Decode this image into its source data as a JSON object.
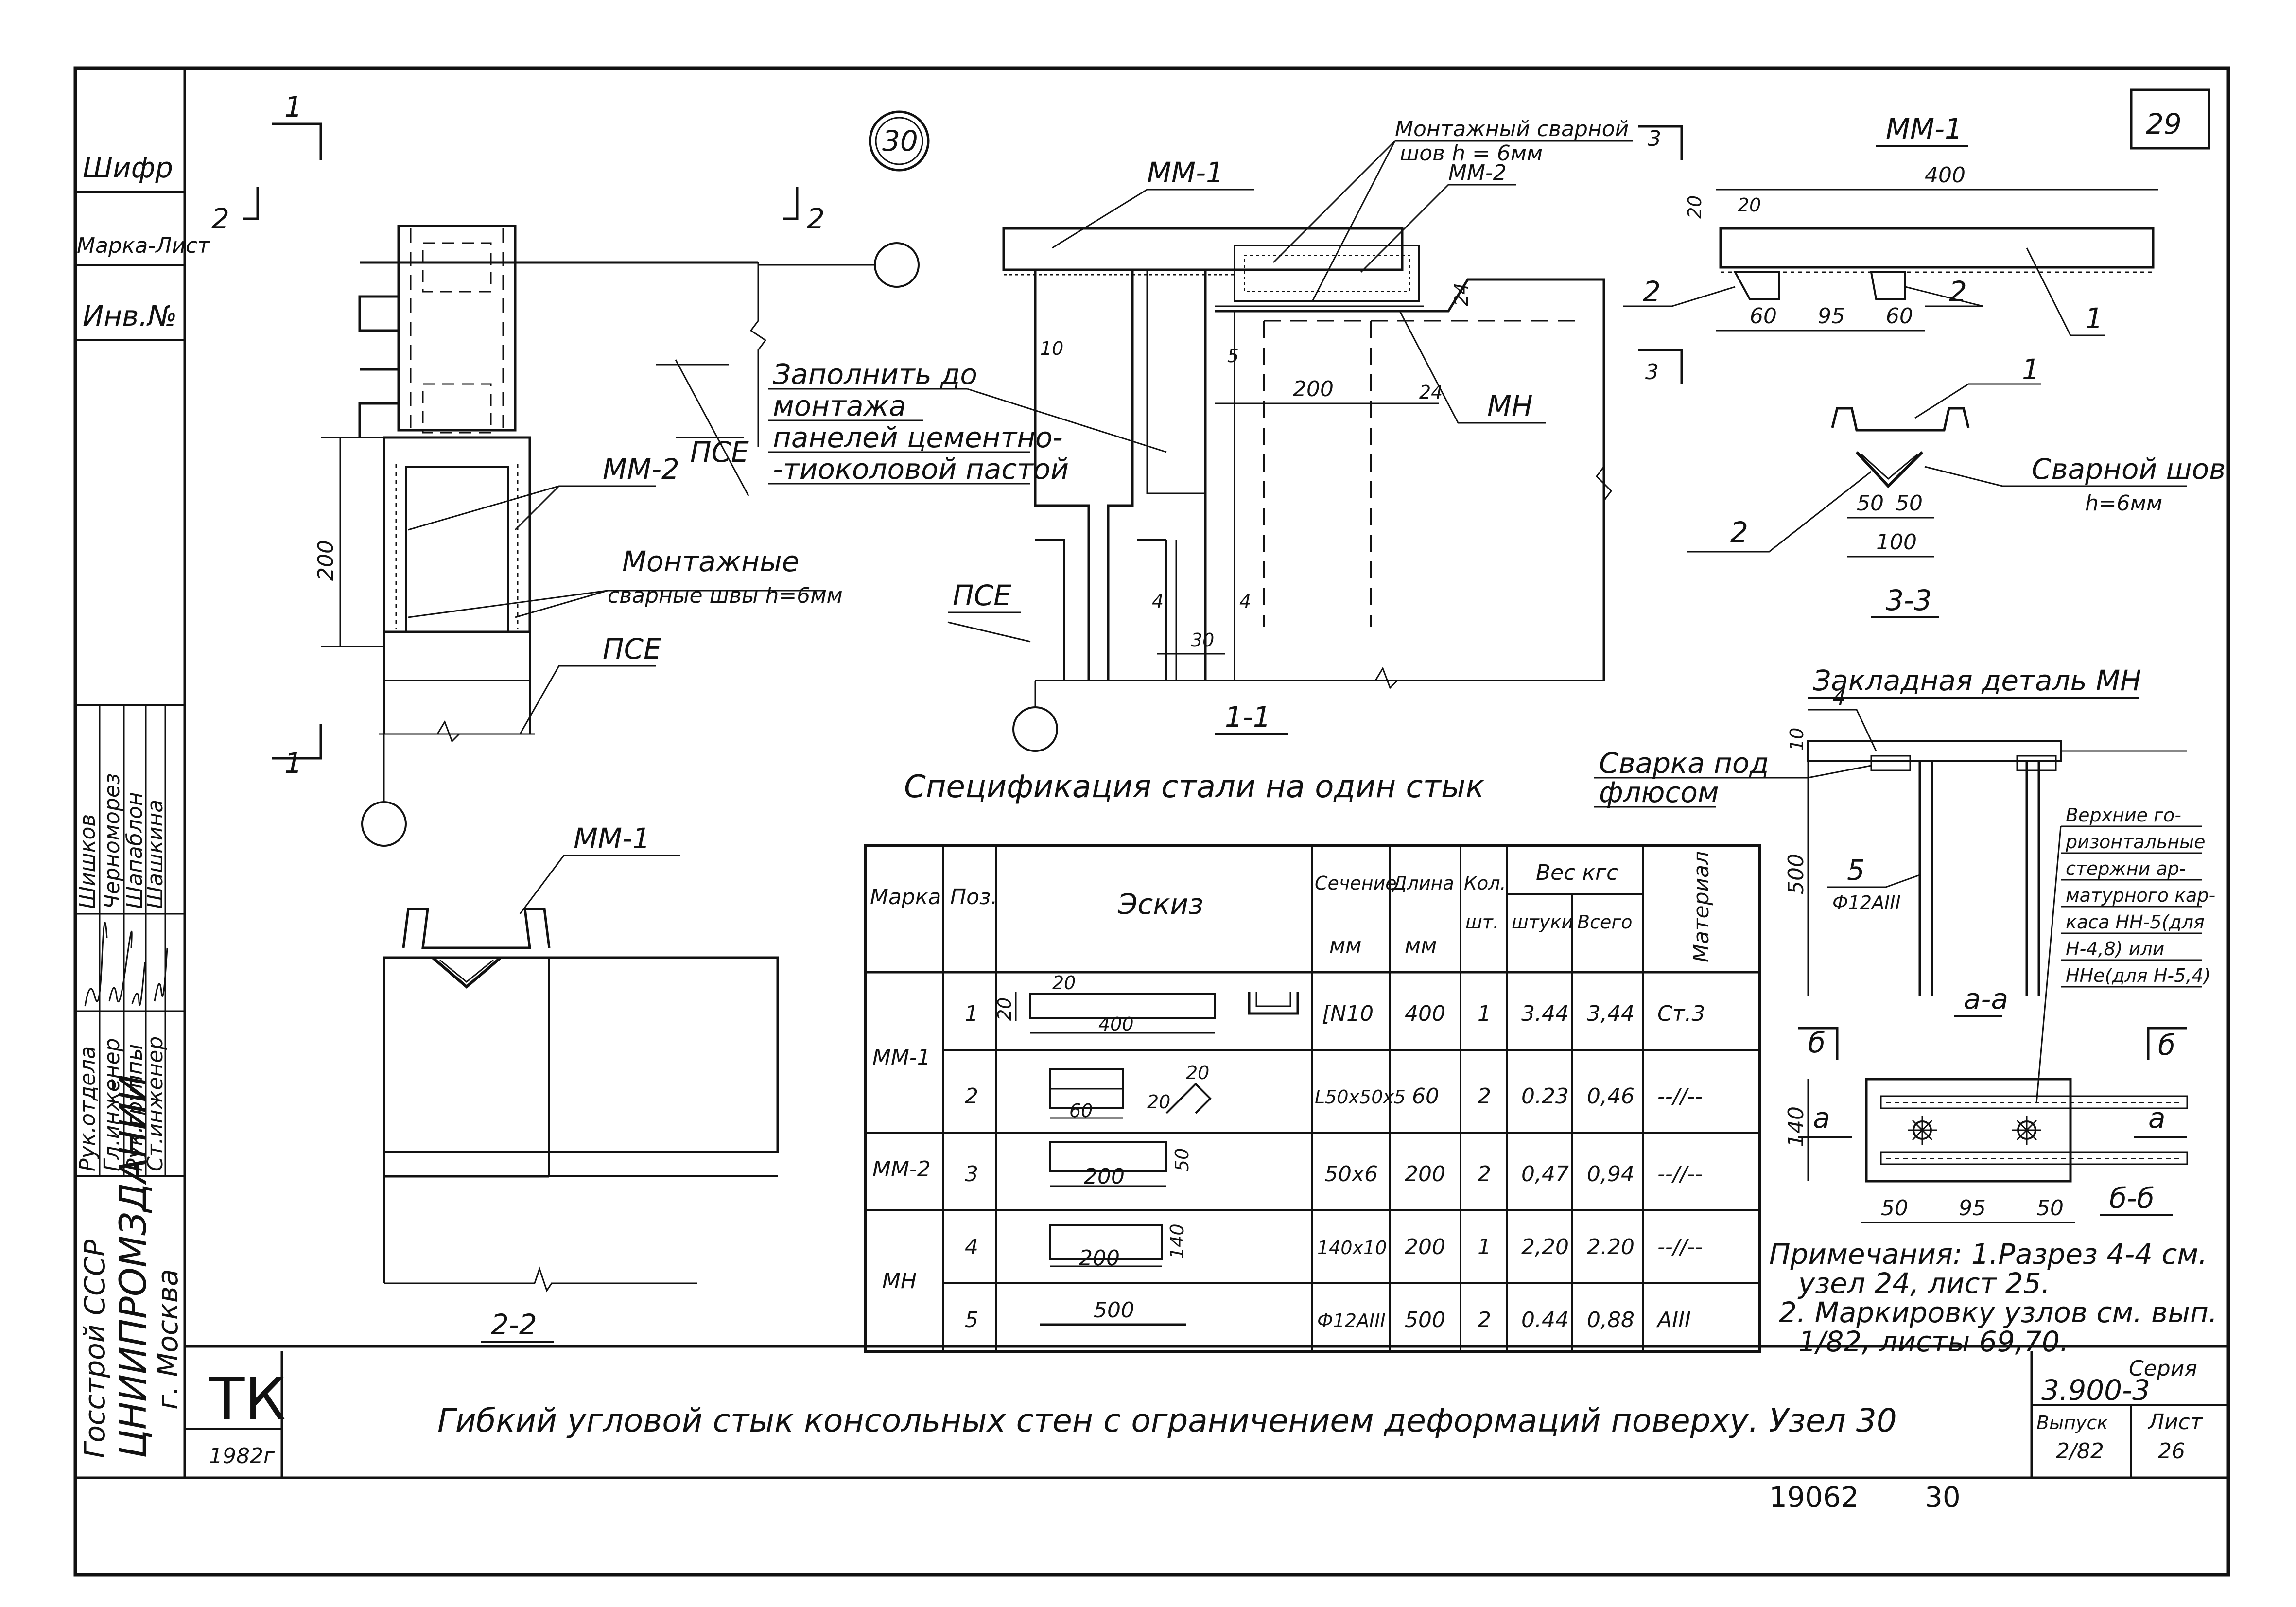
{
  "sheet": {
    "sheet_number_top": "29",
    "node_number": "30",
    "drawing_title": "Гибкий   угловой   стык   консольных   стен   с ограничением  деформаций  поверху.  Узел 30",
    "footer_number": "19062",
    "footer_page": "30"
  },
  "left_stamp": {
    "rows": [
      "Шифр",
      "Марка-Лист",
      "Инв.№"
    ],
    "positions": [
      "Рук.отдела",
      "Гл.инженер",
      "Рук.группы",
      "Ст.инженер"
    ],
    "names": [
      "Шишков",
      "Черноморез",
      "Шапаблон",
      "Шашкина"
    ],
    "org_line1": "Госстрой СССР",
    "org_line2": "ЦНИИПРОМЗДАНИЙ",
    "org_line3": "г. Москва"
  },
  "title_block": {
    "logo": "ТК",
    "year": "1982г",
    "series_label": "Серия",
    "series_value": "3.900-3",
    "issue_label": "Выпуск",
    "issue_value": "2/82",
    "sheet_label": "Лист",
    "sheet_value": "26"
  },
  "view_plan": {
    "section_markers": [
      "1",
      "2",
      "2",
      "1"
    ],
    "labels": {
      "mm2": "ММ-2",
      "welds": "Монтажные\nсварные швы h=6мм",
      "pse1": "ПСЕ",
      "pse2": "ПСЕ",
      "dim_200": "200"
    }
  },
  "view_1_1": {
    "title": "1-1",
    "labels": {
      "mm1": "ММ-1",
      "mm2": "ММ-2",
      "weld_note_1": "Монтажный сварной",
      "weld_note_2": "шов  h = 6мм",
      "fill_1": "Заполнить до",
      "fill_2": "монтажа",
      "fill_3": "панелей цементно-",
      "fill_4": "-тиоколовой пастой",
      "mn": "МН",
      "pse": "ПСЕ",
      "dim_200": "200",
      "dim_10": "10",
      "dim_5": "5",
      "dim_24a": "24",
      "dim_24b": "24",
      "dim_4a": "4",
      "dim_4b": "4",
      "dim_30": "30"
    }
  },
  "view_2_2": {
    "title": "2-2",
    "label_mm1": "ММ-1"
  },
  "detail_mm1": {
    "title": "ММ-1",
    "dims": [
      "400",
      "20",
      "20",
      "60",
      "95",
      "60"
    ],
    "positions": [
      "1",
      "2",
      "2"
    ],
    "section_marks": [
      "3",
      "3"
    ]
  },
  "section_3_3": {
    "title": "3-3",
    "weld_label": "Сварной шов",
    "weld_h": "h=6мм",
    "dims": [
      "50",
      "50",
      "100"
    ],
    "positions": [
      "1",
      "2"
    ]
  },
  "embedded_mn": {
    "title": "Закладная деталь МН",
    "welding_note": "Сварка под\nфлюсом",
    "section_a": "а-а",
    "section_b": "б-б",
    "marks": [
      "а",
      "а",
      "б",
      "б"
    ],
    "pos4": "4",
    "pos5": "5",
    "pos5_note": "Ф12АIII",
    "dims": [
      "10",
      "500",
      "140",
      "50",
      "95",
      "50"
    ],
    "side_note": [
      "Верхние го-",
      "ризонтальные",
      "стержни ар-",
      "матурного кар-",
      "каса НН-5(для",
      "Н-4,8) или",
      "ННе(для Н-5,4)"
    ]
  },
  "spec": {
    "title": "Спецификация   стали     на    один   стык",
    "headers": {
      "mark": "Марка",
      "pos": "Поз.",
      "sketch": "Эскиз",
      "section": "Сечение\nмм",
      "length": "Длина\nмм",
      "qty": "Кол.\nшт.",
      "weight": "Вес  кгс",
      "unit_w": "штуки",
      "total_w": "Всего",
      "material": "Материал"
    },
    "rows": [
      {
        "mark": "ММ-1",
        "pos": "1",
        "section": "[N10",
        "length": "400",
        "qty": "1",
        "unit": "3.44",
        "total": "3,44",
        "material": "Ст.3"
      },
      {
        "mark": "",
        "pos": "2",
        "section": "L50х50х5",
        "length": "60",
        "qty": "2",
        "unit": "0.23",
        "total": "0,46",
        "material": "--//--"
      },
      {
        "mark": "ММ-2",
        "pos": "3",
        "section": "50х6",
        "length": "200",
        "qty": "2",
        "unit": "0,47",
        "total": "0,94",
        "material": "--//--"
      },
      {
        "mark": "МН",
        "pos": "4",
        "section": "140х10",
        "length": "200",
        "qty": "1",
        "unit": "2,20",
        "total": "2.20",
        "material": "--//--"
      },
      {
        "mark": "",
        "pos": "5",
        "section": "Ф12АIII",
        "length": "500",
        "qty": "2",
        "unit": "0.44",
        "total": "0,88",
        "material": "АIII"
      }
    ],
    "sketch_dims": [
      "20",
      "20",
      "400",
      "60",
      "20",
      "20",
      "200",
      "50",
      "200",
      "140",
      "500"
    ]
  },
  "notes": {
    "line1": "Примечания: 1.Разрез 4-4  см.",
    "line2": "узел 24,  лист 25.",
    "line3": "2. Маркировку узлов см. вып.",
    "line4": "1/82, листы 69,70."
  }
}
